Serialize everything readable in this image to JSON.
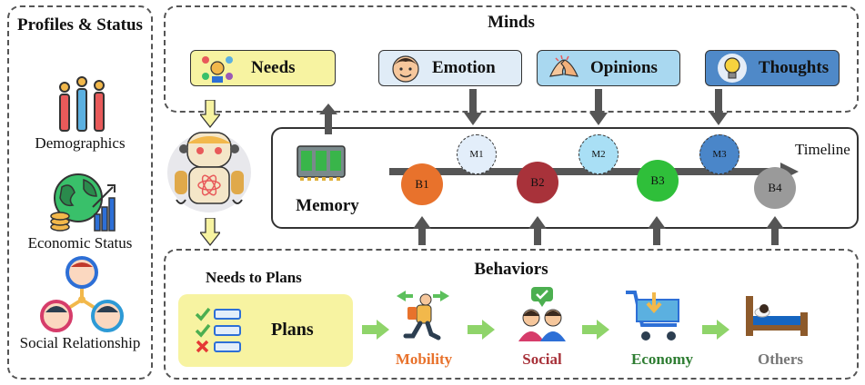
{
  "left_panel": {
    "title": "Profiles & Status",
    "items": [
      {
        "label": "Demographics",
        "icon": "people-icon"
      },
      {
        "label": "Economic Status",
        "icon": "globe-money-icon"
      },
      {
        "label": "Social Relationship",
        "icon": "social-network-icon"
      }
    ]
  },
  "minds": {
    "title": "Minds",
    "items": [
      {
        "label": "Needs",
        "color": "#f7f3a1",
        "icon": "needs-icon"
      },
      {
        "label": "Emotion",
        "color": "#e0ecf7",
        "icon": "emotion-face-icon"
      },
      {
        "label": "Opinions",
        "color": "#a9d8f0",
        "icon": "opinions-hands-icon"
      },
      {
        "label": "Thoughts",
        "color": "#4f89c8",
        "icon": "lightbulb-icon"
      }
    ]
  },
  "memory": {
    "label": "Memory",
    "timeline_label": "Timeline",
    "behavior_nodes": [
      {
        "label": "B1",
        "color": "#e8722c"
      },
      {
        "label": "B2",
        "color": "#a8323a"
      },
      {
        "label": "B3",
        "color": "#2fbf3a"
      },
      {
        "label": "B4",
        "color": "#9a9a9a"
      }
    ],
    "mind_nodes": [
      {
        "label": "M1",
        "color": "#e3eefa"
      },
      {
        "label": "M2",
        "color": "#a9dff5"
      },
      {
        "label": "M3",
        "color": "#4a86c9"
      }
    ]
  },
  "behaviors": {
    "title": "Behaviors",
    "subtitle": "Needs to Plans",
    "plans_label": "Plans",
    "items": [
      {
        "label": "Mobility",
        "color": "#e8722c",
        "icon": "running-person-icon"
      },
      {
        "label": "Social",
        "color": "#a8323a",
        "icon": "chat-people-icon"
      },
      {
        "label": "Economy",
        "color": "#2e7d32",
        "icon": "shopping-cart-icon"
      },
      {
        "label": "Others",
        "color": "#777777",
        "icon": "bed-icon"
      }
    ]
  }
}
